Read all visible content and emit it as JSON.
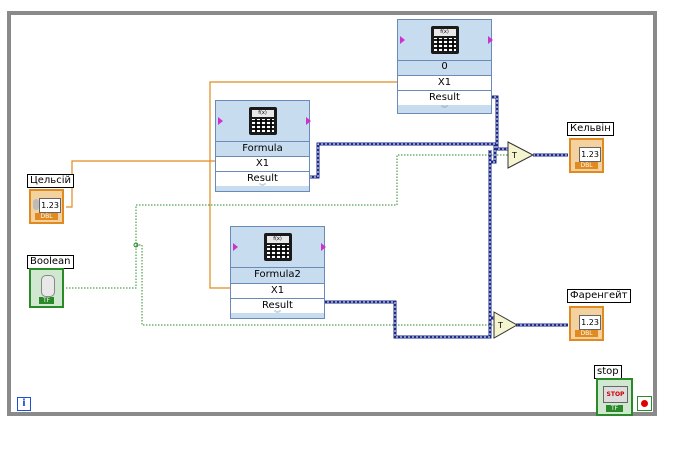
{
  "labels": {
    "celsius": "Цельсій",
    "boolean": "Boolean",
    "kelvin": "Кельвін",
    "fahrenheit": "Фаренгейт",
    "stop": "stop"
  },
  "express_nodes": [
    {
      "name": "0",
      "input": "X1",
      "output": "Result",
      "icon_text": "f(x)"
    },
    {
      "name": "Formula",
      "input": "X1",
      "output": "Result",
      "icon_text": "f(x)"
    },
    {
      "name": "Formula2",
      "input": "X1",
      "output": "Result",
      "icon_text": "f(x)"
    }
  ],
  "terminals": {
    "numeric_value": "1.23",
    "dbl_tag": "DBL",
    "tf_tag": "TF",
    "stop_label": "STOP"
  },
  "info_glyph": "i",
  "colors": {
    "frame": "#8a8a8a",
    "orange_wire": "#e08a20",
    "green_wire": "#2a8a2a",
    "blue_wire": "#1c2a8a",
    "express_bg": "#c8dcf0"
  }
}
